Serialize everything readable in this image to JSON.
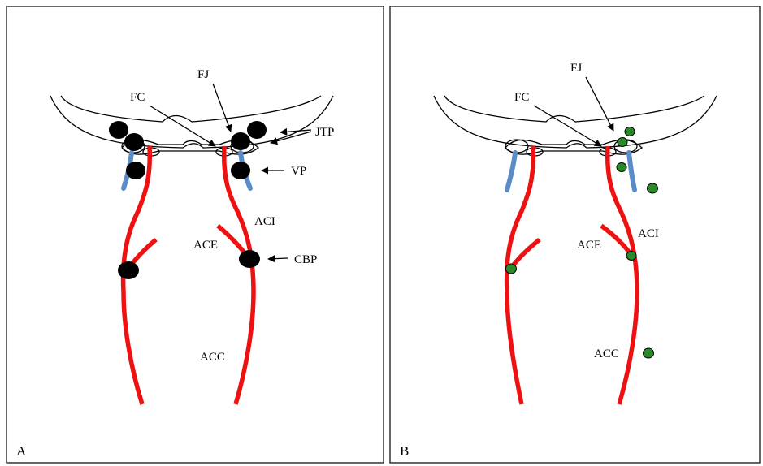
{
  "colors": {
    "artery": "#ee1111",
    "vein": "#5a8cc8",
    "node_a": "#000000",
    "node_b": "#2a8a2a",
    "border": "#333333"
  },
  "panel_a": {
    "letter": "A",
    "labels": {
      "fj": "FJ",
      "fc": "FC",
      "jtp": "JTP",
      "vp": "VP",
      "aci": "ACI",
      "ace": "ACE",
      "cbp": "CBP",
      "acc": "ACC"
    }
  },
  "panel_b": {
    "letter": "B",
    "labels": {
      "fj": "FJ",
      "fc": "FC",
      "aci": "ACI",
      "ace": "ACE",
      "acc": "ACC"
    }
  }
}
